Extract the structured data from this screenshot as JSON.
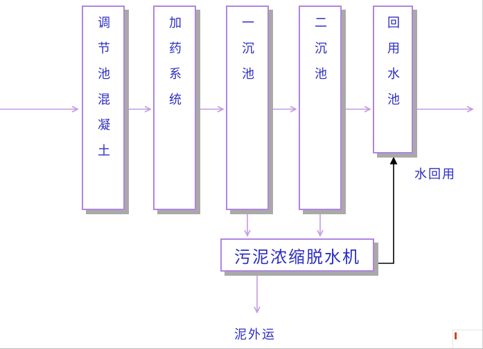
{
  "diagram": {
    "boxes": [
      {
        "label": "调节池混凝土"
      },
      {
        "label": "加药系统"
      },
      {
        "label": "一沉池"
      },
      {
        "label": "二沉池"
      },
      {
        "label": "回用水池"
      }
    ],
    "machine": {
      "label": "污泥浓缩脱水机"
    },
    "annotations": {
      "water_reuse": "水回用",
      "sludge_out": "泥外运"
    },
    "colors": {
      "box_border": "#af85de",
      "arrow": "#c39ae0",
      "text": "#2d2dc4",
      "shadow": "#a9a9a9",
      "return_arrow": "#000000"
    }
  }
}
